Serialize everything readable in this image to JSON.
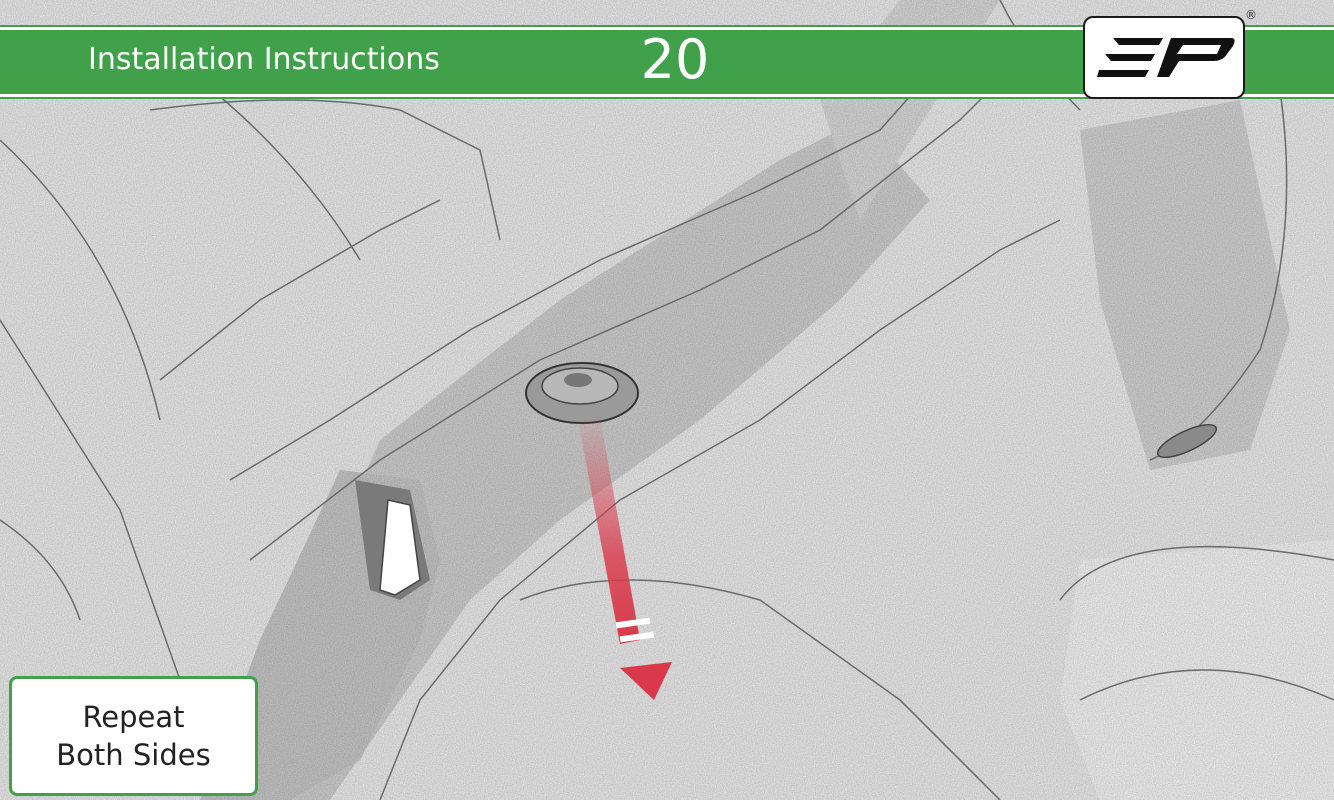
{
  "header": {
    "title": "Installation Instructions",
    "step_number": "20"
  },
  "logo": {
    "name": "ep-logo",
    "registered_mark": "®"
  },
  "note": {
    "line1": "Repeat",
    "line2": "Both Sides"
  },
  "colors": {
    "header_green": "#41a14a",
    "arrow_red": "#d9394a",
    "note_border": "#41a14a"
  }
}
